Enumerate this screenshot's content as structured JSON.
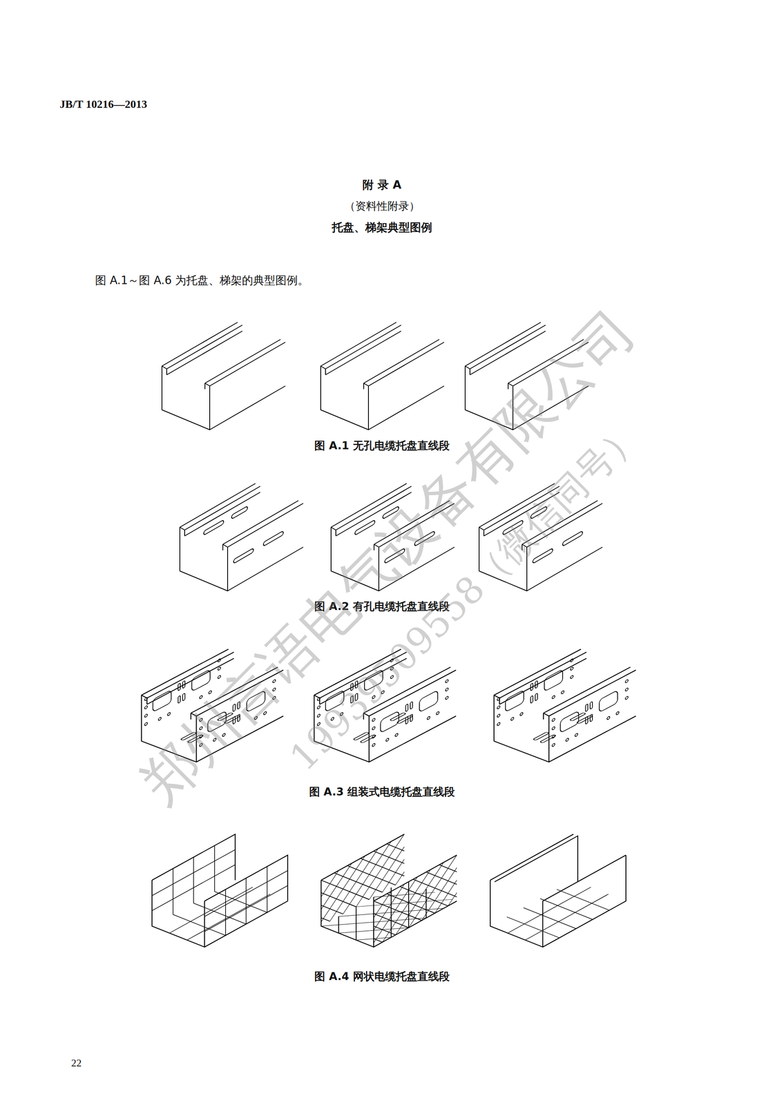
{
  "diagram": {
    "title": "托盘、梯架典型图例",
    "labels": [
      "JB/T 10216—2013",
      "附 录 A",
      "（资料性附录）",
      "图 A.1～图 A.6 为托盘、梯架的典型图例。",
      "图 A.1 无孔电缆托盘直线段",
      "图 A.2 有孔电缆托盘直线段",
      "图 A.3 组装式电缆托盘直线段",
      "图 A.4 网状电缆托盘直线段",
      "22",
      "郑州言语电气设备有限公司",
      "19939509558（微信同号）"
    ]
  }
}
